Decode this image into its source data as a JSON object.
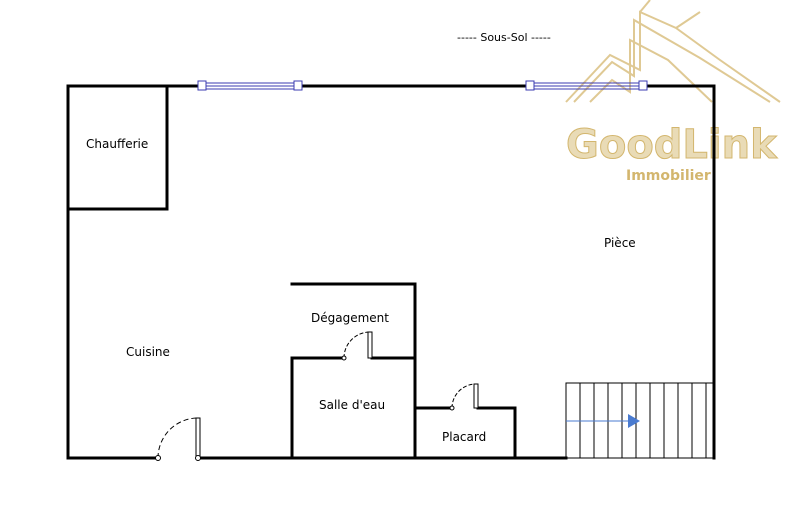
{
  "plan": {
    "title": "----- Sous-Sol -----",
    "rooms": {
      "chaufferie": "Chaufferie",
      "piece": "Pièce",
      "degagement": "Dégagement",
      "cuisine": "Cuisine",
      "salle_eau": "Salle d'eau",
      "placard": "Placard"
    }
  },
  "logo": {
    "name": "GoodLink",
    "tagline": "Immobilier",
    "color": "#c9a54b"
  },
  "colors": {
    "walls": "#000000",
    "windows": "#3b3bb0",
    "stairs_arrow": "#4a7bd0"
  }
}
